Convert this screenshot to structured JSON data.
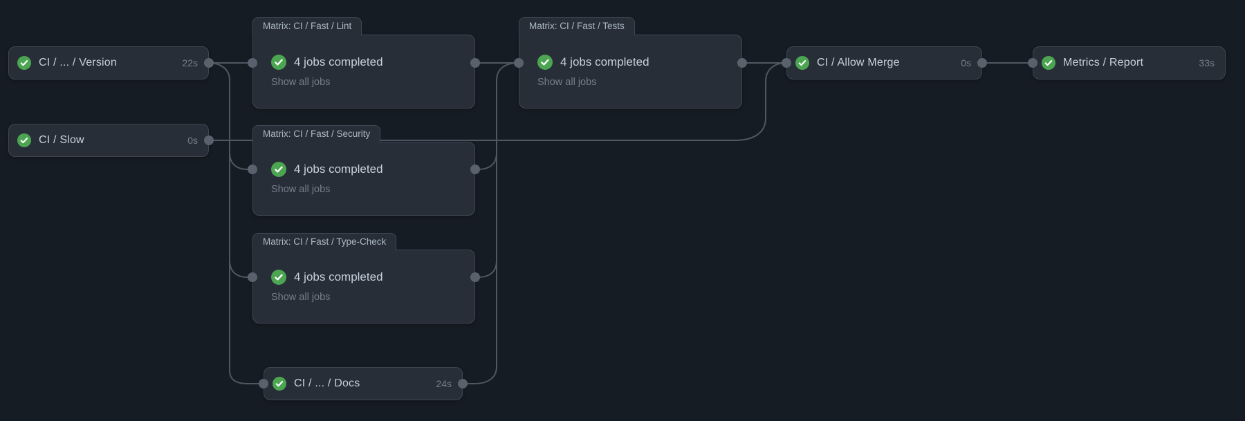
{
  "view": {
    "name": "workflow-run-graph",
    "colors": {
      "background": "#161c24",
      "node_background": "#272e38",
      "node_border": "#3f4753",
      "edge_line": "#4f5862",
      "connection_dot": "#59616c",
      "text_primary": "#c6d1dc",
      "text_muted": "#747f8b",
      "status_success_green": "#4ca551",
      "check_mark": "#ffffff"
    }
  },
  "jobs": [
    {
      "id": "version",
      "label": "CI / ... / Version",
      "duration": "22s",
      "status": "success"
    },
    {
      "id": "slow",
      "label": "CI / Slow",
      "duration": "0s",
      "status": "success"
    },
    {
      "id": "docs",
      "label": "CI / ... / Docs",
      "duration": "24s",
      "status": "success"
    },
    {
      "id": "allow_merge",
      "label": "CI / Allow Merge",
      "duration": "0s",
      "status": "success"
    },
    {
      "id": "metrics",
      "label": "Metrics / Report",
      "duration": "33s",
      "status": "success"
    }
  ],
  "groups": [
    {
      "id": "lint",
      "title": "Matrix: CI / Fast / Lint",
      "summary": "4 jobs completed",
      "action": "Show all jobs",
      "status": "success"
    },
    {
      "id": "security",
      "title": "Matrix: CI / Fast / Security",
      "summary": "4 jobs completed",
      "action": "Show all jobs",
      "status": "success"
    },
    {
      "id": "typecheck",
      "title": "Matrix: CI / Fast / Type-Check",
      "summary": "4 jobs completed",
      "action": "Show all jobs",
      "status": "success"
    },
    {
      "id": "tests",
      "title": "Matrix: CI / Fast / Tests",
      "summary": "4 jobs completed",
      "action": "Show all jobs",
      "status": "success"
    }
  ],
  "edges": [
    {
      "from": "version",
      "to": "lint"
    },
    {
      "from": "version",
      "to": "security"
    },
    {
      "from": "version",
      "to": "typecheck"
    },
    {
      "from": "version",
      "to": "docs"
    },
    {
      "from": "slow",
      "to": "allow_merge"
    },
    {
      "from": "lint",
      "to": "tests"
    },
    {
      "from": "security",
      "to": "tests"
    },
    {
      "from": "typecheck",
      "to": "tests"
    },
    {
      "from": "docs",
      "to": "tests"
    },
    {
      "from": "tests",
      "to": "allow_merge"
    },
    {
      "from": "allow_merge",
      "to": "metrics"
    }
  ]
}
